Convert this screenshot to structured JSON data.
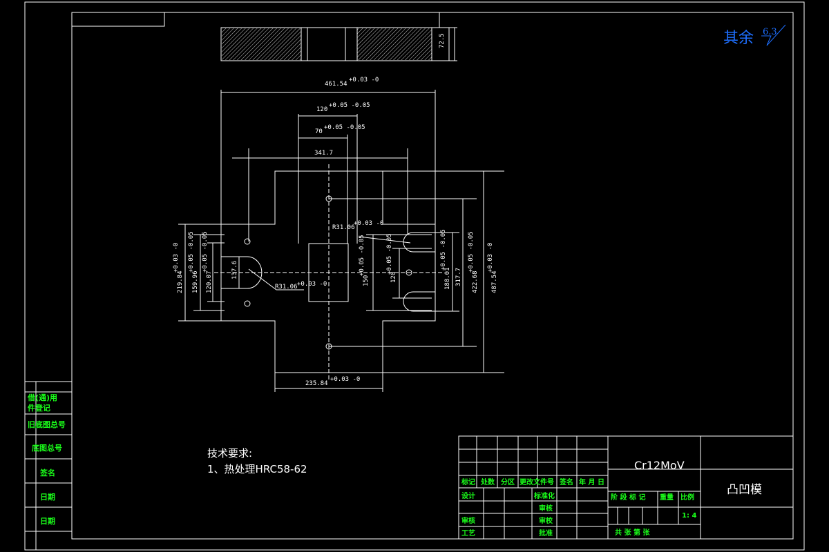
{
  "drawing": {
    "roughness_label": "其余",
    "roughness_value": "6.3",
    "material": "Cr12MoV",
    "part_name": "凸凹模",
    "scale": "1: 4"
  },
  "requirements": {
    "title": "技术要求:",
    "item1": "1、热处理HRC58-62"
  },
  "side_labels": [
    "借(通)用",
    "件登记",
    "旧底图总号",
    "底图总号",
    "签名",
    "日期",
    "日期"
  ],
  "title_block": {
    "row_headers": [
      "标记",
      "处数",
      "分区",
      "更改文件号",
      "签名",
      "年 月 日"
    ],
    "design": "设计",
    "standardize": "标准化",
    "check_left": "审核",
    "process": "工艺",
    "review": "审核",
    "approve_mid": "批准",
    "stage_headers": [
      "阶 段 标 记",
      "重量",
      "比例"
    ],
    "total_sheets": "共  张  第  张",
    "audit": "审校"
  },
  "dimensions": {
    "d_top_section_h": "72.5",
    "d_overall_w": "461.54",
    "d_overall_w_tol": "+0.03\n-0",
    "d_120": "120",
    "d_120_tol": "+0.05 -0.05",
    "d_70": "70",
    "d_70_tol": "+0.05 -0.05",
    "d_341": "341.7",
    "d_r31_top": "R31.06",
    "d_r31_tol": "+0.03 -0",
    "d_r31_bottom": "R31.06",
    "d_219": "219.84",
    "d_219_tol": "+0.03 -0",
    "d_159": "159.96",
    "d_159_tol": "+0.05 -0.05",
    "d_120_07": "120.07",
    "d_120_07_tol": "+0.05 -0.05",
    "d_137": "137.6",
    "d_150": "150",
    "d_150_tol": "+0.05 -0.05",
    "d_120_v": "120",
    "d_120_v_tol": "+0.05 -0.05",
    "d_188": "188.01",
    "d_188_tol": "+0.05 -0.05",
    "d_317": "317.7",
    "d_422": "422.68",
    "d_422_tol": "+0.05 -0.05",
    "d_487": "487.54",
    "d_487_tol": "+0.03 -0",
    "d_235": "235.84",
    "d_235_tol": "+0.03 -0"
  }
}
